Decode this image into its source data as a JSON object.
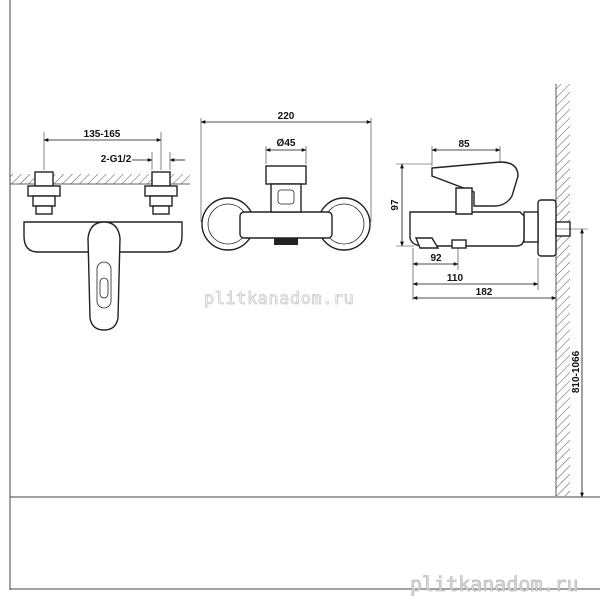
{
  "colors": {
    "line": "#222222",
    "hatch": "#555555",
    "watermark_fill": "#ffffff",
    "watermark_stroke": "#c9c9c9"
  },
  "dimensions": {
    "front_spacing": "135-165",
    "front_thread": "2-G1/2",
    "side_width": "220",
    "side_diameter": "Ø45",
    "profile_lever": "85",
    "profile_height": "97",
    "profile_spout": "92",
    "profile_body": "110",
    "profile_total": "182",
    "mount_height": "810-1066"
  },
  "watermark": {
    "text": "plitkanadom.ru",
    "corner_text": "plitkanadom.ru"
  }
}
